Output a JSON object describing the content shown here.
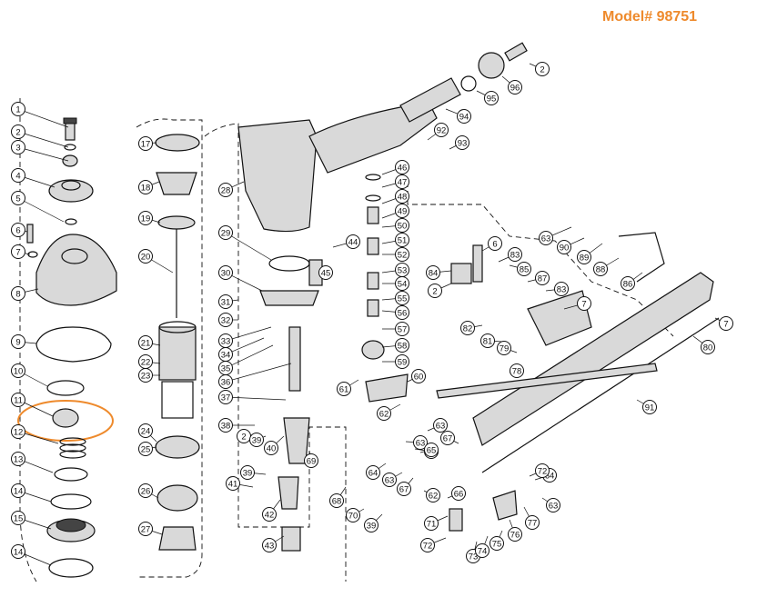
{
  "header": {
    "model": "Model# 98751"
  },
  "highlight_color": "#ee8a2c",
  "callouts": [
    "1",
    "2",
    "3",
    "4",
    "5",
    "6",
    "7",
    "8",
    "9",
    "10",
    "11",
    "12",
    "13",
    "14",
    "15",
    "14",
    "17",
    "18",
    "19",
    "20",
    "21",
    "22",
    "23",
    "24",
    "25",
    "26",
    "27",
    "28",
    "29",
    "30",
    "31",
    "32",
    "33",
    "34",
    "35",
    "36",
    "37",
    "38",
    "2",
    "39",
    "40",
    "41",
    "39",
    "42",
    "43",
    "44",
    "45",
    "46",
    "47",
    "48",
    "49",
    "50",
    "51",
    "52",
    "53",
    "54",
    "55",
    "56",
    "57",
    "58",
    "59",
    "60",
    "61",
    "62",
    "63",
    "64",
    "63",
    "65",
    "62",
    "66",
    "64",
    "63",
    "67",
    "68",
    "69",
    "39",
    "70",
    "71",
    "72",
    "73",
    "74",
    "75",
    "76",
    "77",
    "64",
    "72",
    "63",
    "67",
    "63",
    "90",
    "89",
    "88",
    "86",
    "6",
    "83",
    "85",
    "84",
    "2",
    "87",
    "83",
    "7",
    "82",
    "81",
    "79",
    "78",
    "80",
    "91",
    "7",
    "92",
    "93",
    "94",
    "95",
    "96",
    "2"
  ]
}
